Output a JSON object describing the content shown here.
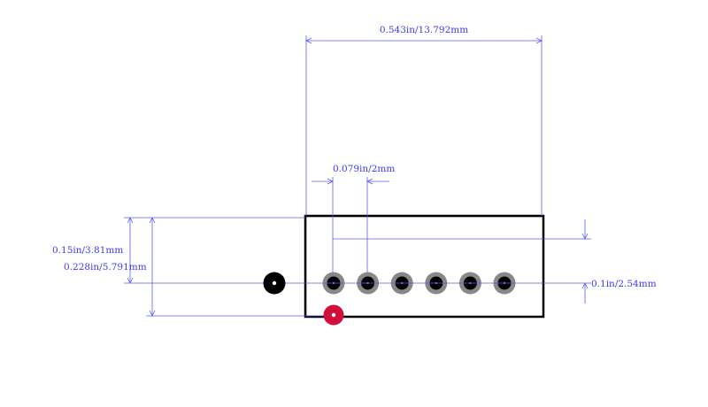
{
  "dimensions": {
    "width_label": "0.543in/13.792mm",
    "pitch_label": "0.079in/2mm",
    "row_offset_label": "0.1in/2.54mm",
    "height_label_1": "0.15in/3.81mm",
    "height_label_2": "0.228in/5.791mm"
  },
  "colors": {
    "dimension": "#4a4af0",
    "outline": "#000000",
    "body_outline": "#e8a0a0",
    "pad_ring": "#888888",
    "pad_hole": "#000000",
    "pin1_marker": "#d0103a",
    "mounting_hole": "#000000"
  },
  "pads": {
    "count": 6
  }
}
